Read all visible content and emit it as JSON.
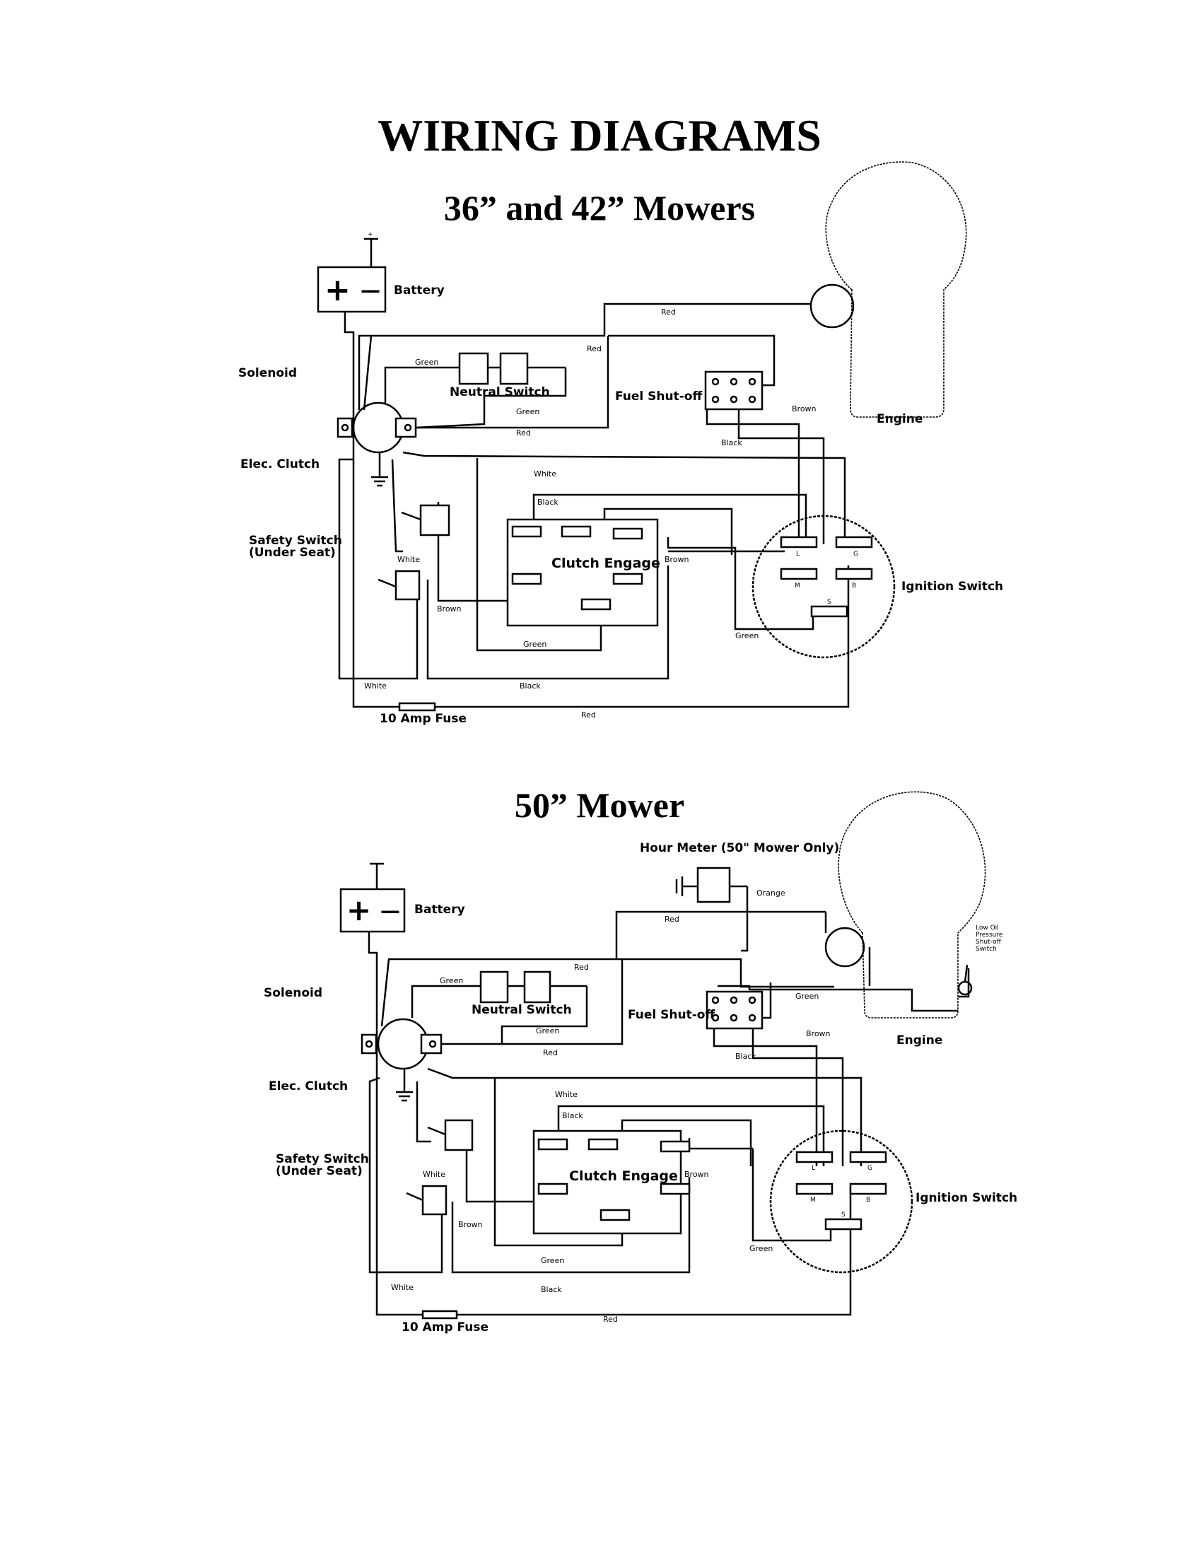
{
  "page": {
    "title": "WIRING DIAGRAMS"
  },
  "diagrams": [
    {
      "heading": "36” and 42” Mowers",
      "components": {
        "battery": "Battery",
        "battery_plus": "+",
        "battery_minus": "—",
        "solenoid": "Solenoid",
        "elec_clutch": "Elec. Clutch",
        "safety_switch_line1": "Safety Switch",
        "safety_switch_line2": "(Under Seat)",
        "neutral_switch": "Neutral Switch",
        "fuel_shutoff": "Fuel Shut-off",
        "engine": "Engine",
        "clutch_engage": "Clutch Engage",
        "ignition_switch": "Ignition Switch",
        "fuse": "10 Amp Fuse"
      },
      "ignition_terminals": [
        "L",
        "G",
        "M",
        "B",
        "S"
      ],
      "wires": {
        "red_top": "Red",
        "red_mid": "Red",
        "red_lower": "Red",
        "red_bottom": "Red",
        "green_neutral_left": "Green",
        "green_neutral_right": "Green",
        "brown_fuel": "Brown",
        "black_fuel": "Black",
        "white_main": "White",
        "black_clutch": "Black",
        "brown_clutch": "Brown",
        "white_safety": "White",
        "brown_safety": "Brown",
        "green_clutch": "Green",
        "green_ignition": "Green",
        "white_bottom": "White",
        "black_bottom": "Black"
      }
    },
    {
      "heading": "50” Mower",
      "components": {
        "battery": "Battery",
        "battery_plus": "+",
        "battery_minus": "—",
        "solenoid": "Solenoid",
        "elec_clutch": "Elec. Clutch",
        "safety_switch_line1": "Safety Switch",
        "safety_switch_line2": "(Under Seat)",
        "neutral_switch": "Neutral Switch",
        "fuel_shutoff": "Fuel Shut-off",
        "engine": "Engine",
        "clutch_engage": "Clutch Engage",
        "ignition_switch": "Ignition Switch",
        "fuse": "10 Amp Fuse",
        "hour_meter": "Hour Meter (50\" Mower Only)",
        "oil_switch_lines": [
          "Low Oil",
          "Pressure",
          "Shut-off",
          "Switch"
        ]
      },
      "ignition_terminals": [
        "L",
        "G",
        "M",
        "B",
        "S"
      ],
      "wires": {
        "orange": "Orange",
        "red_top": "Red",
        "red_mid": "Red",
        "red_lower": "Red",
        "red_bottom": "Red",
        "green_neutral_left": "Green",
        "green_neutral_right": "Green",
        "green_oil": "Green",
        "brown_fuel": "Brown",
        "black_fuel": "Black",
        "white_main": "White",
        "black_clutch": "Black",
        "brown_clutch": "Brown",
        "white_safety": "White",
        "brown_safety": "Brown",
        "green_clutch": "Green",
        "green_ignition": "Green",
        "white_bottom": "White",
        "black_bottom": "Black"
      }
    }
  ]
}
